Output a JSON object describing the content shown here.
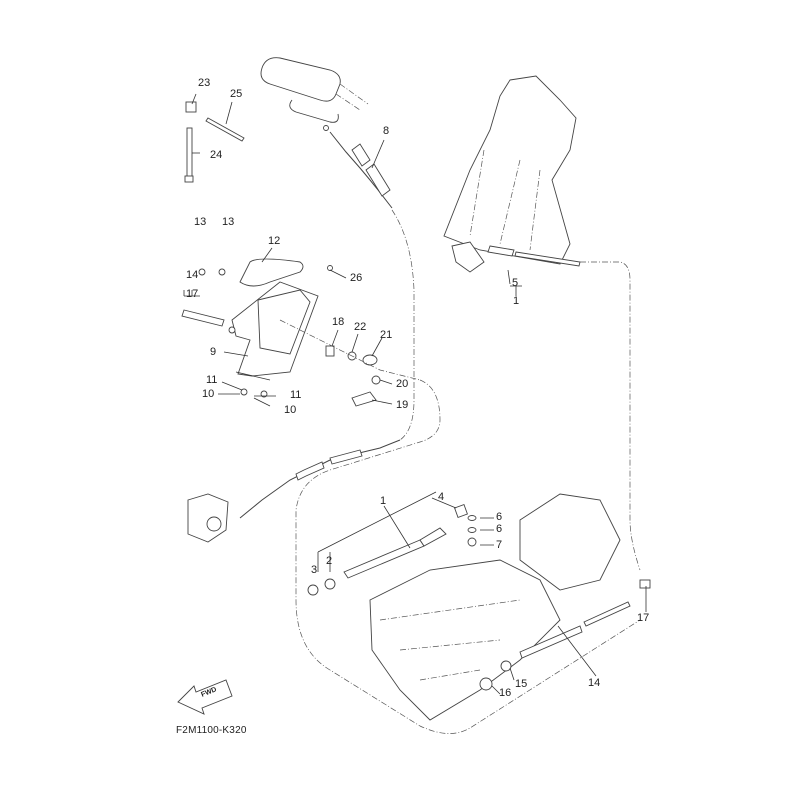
{
  "diagram": {
    "drawing_code": "F2M1100-K320",
    "fwd_label": "FWD",
    "callouts": [
      {
        "id": "c23",
        "text": "23"
      },
      {
        "id": "c25",
        "text": "25"
      },
      {
        "id": "c24",
        "text": "24"
      },
      {
        "id": "c8",
        "text": "8"
      },
      {
        "id": "c13a",
        "text": "13"
      },
      {
        "id": "c13b",
        "text": "13"
      },
      {
        "id": "c12",
        "text": "12"
      },
      {
        "id": "c26",
        "text": "26"
      },
      {
        "id": "c14a",
        "text": "14"
      },
      {
        "id": "c17a",
        "text": "17"
      },
      {
        "id": "c18",
        "text": "18"
      },
      {
        "id": "c22",
        "text": "22"
      },
      {
        "id": "c21",
        "text": "21"
      },
      {
        "id": "c9",
        "text": "9"
      },
      {
        "id": "c20",
        "text": "20"
      },
      {
        "id": "c11a",
        "text": "11"
      },
      {
        "id": "c11b",
        "text": "11"
      },
      {
        "id": "c10a",
        "text": "10"
      },
      {
        "id": "c10b",
        "text": "10"
      },
      {
        "id": "c19",
        "text": "19"
      },
      {
        "id": "c5",
        "text": "5"
      },
      {
        "id": "c1a",
        "text": "1"
      },
      {
        "id": "c1b",
        "text": "1"
      },
      {
        "id": "c4",
        "text": "4"
      },
      {
        "id": "c6a",
        "text": "6"
      },
      {
        "id": "c6b",
        "text": "6"
      },
      {
        "id": "c7",
        "text": "7"
      },
      {
        "id": "c3",
        "text": "3"
      },
      {
        "id": "c2",
        "text": "2"
      },
      {
        "id": "c17b",
        "text": "17"
      },
      {
        "id": "c15",
        "text": "15"
      },
      {
        "id": "c14b",
        "text": "14"
      },
      {
        "id": "c16",
        "text": "16"
      }
    ]
  }
}
